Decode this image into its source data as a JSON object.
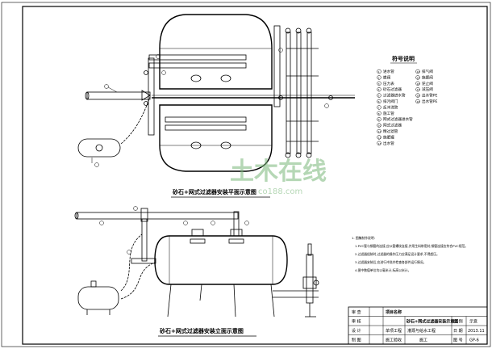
{
  "plan_view_title": "砂石+网式过滤器安装平面示意图",
  "elevation_view_title": "砂石+网式过滤器安装立面示意图",
  "legend": {
    "title": "符号说明",
    "items": [
      {
        "no": "1",
        "label": "进水管"
      },
      {
        "no": "2",
        "label": "蝶阀"
      },
      {
        "no": "3",
        "label": "压力表"
      },
      {
        "no": "4",
        "label": "砂石过滤器"
      },
      {
        "no": "5",
        "label": "过滤器进水管"
      },
      {
        "no": "6",
        "label": "排污阀门"
      },
      {
        "no": "7",
        "label": "反冲洗管"
      },
      {
        "no": "8",
        "label": "施工管"
      },
      {
        "no": "9",
        "label": "网式过滤器进水管"
      },
      {
        "no": "10",
        "label": "网式过滤器"
      },
      {
        "no": "11",
        "label": "精过滤管"
      },
      {
        "no": "12",
        "label": "施肥罐"
      },
      {
        "no": "13",
        "label": "出水管"
      }
    ],
    "items_right": [
      {
        "no": "14",
        "label": "排气阀"
      },
      {
        "no": "15",
        "label": "施肥阀"
      },
      {
        "no": "16",
        "label": "逆止阀"
      },
      {
        "no": "17",
        "label": "减压阀"
      },
      {
        "no": "18",
        "label": "出水管PE"
      },
      {
        "no": "19",
        "label": "出水管PE"
      }
    ]
  },
  "notes": [
    "1. 图集制作说明:",
    "1.PVC管与钢管的连接,应以管螺纹连接,并用生料带密封;钢管连接应符合PVC规范。",
    "2.过滤器组装时,过滤器的操作压力应满足设计要求,不得超压。",
    "3.过滤器安装后,应进行冲洗并检查各部件运行情况。",
    "4.图中数值单位均以毫米计,标高以米计。"
  ],
  "title_block": {
    "r1": [
      "审 查",
      "项目名称",
      "",
      ""
    ],
    "r2": [
      "审 核",
      "砂石+网式过滤器安装示意图",
      "比 例",
      "示意"
    ],
    "r3": [
      "设 计",
      "单项工程",
      "灌溉与给水工程",
      "日 期",
      "2013.11"
    ],
    "r4": [
      "制 图",
      "施工验收",
      "施工",
      "图 号",
      "GP-6"
    ]
  },
  "watermark": {
    "main": "土木在线",
    "sub": "co188.com"
  }
}
